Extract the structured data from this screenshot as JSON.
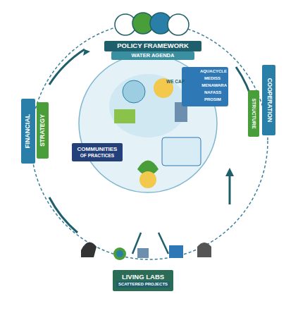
{
  "diagram": {
    "nodes": [
      {
        "text": [
          "POLICY FRAMEWORK"
        ]
      },
      {
        "text": [
          "WATER AGENDA"
        ]
      },
      {
        "text": [
          "FINANCIAL"
        ]
      },
      {
        "text": [
          "STRATEGY"
        ]
      },
      {
        "text": [
          "COOPERATION"
        ]
      },
      {
        "text": [
          "STRUCTURE"
        ]
      },
      {
        "text": [
          "COMMUNITIES",
          "OF PRACTICES"
        ]
      },
      {
        "text": [
          "LIVING LABS",
          "SCATTERED PROJECTS"
        ]
      }
    ],
    "labels": [
      "AQUACYCLE",
      "MEDISS",
      "MENAWARA",
      "NAFASS",
      "PROSIM",
      "WE CAP"
    ]
  }
}
